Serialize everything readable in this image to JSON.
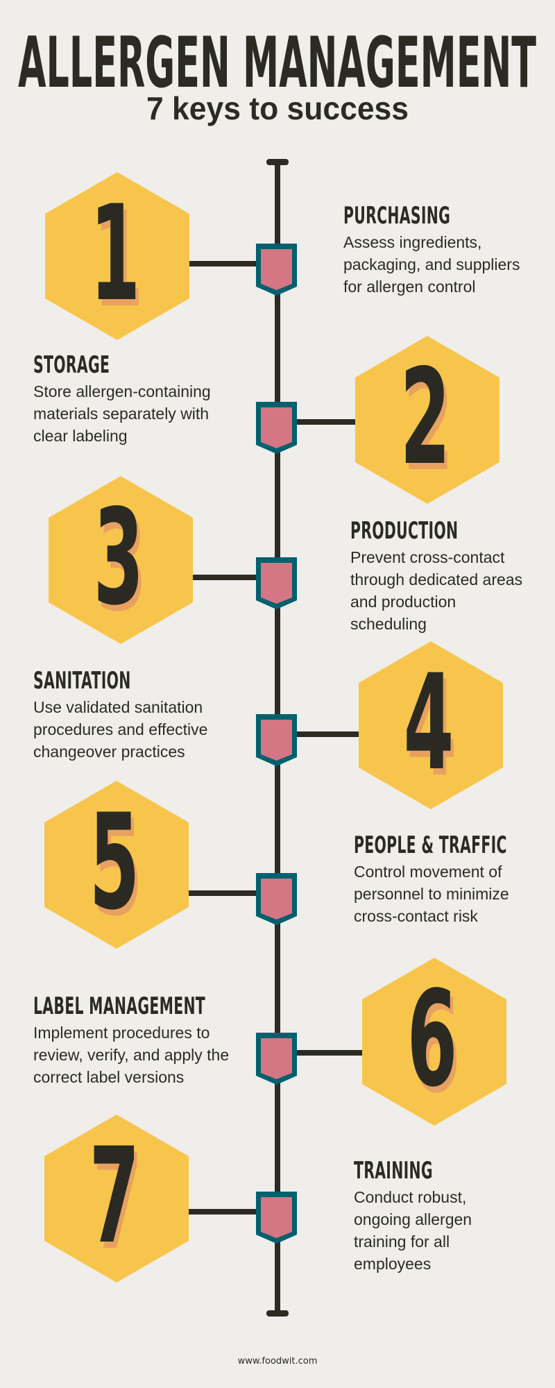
{
  "header": {
    "title": "ALLERGEN MANAGEMENT",
    "subtitle": "7 keys to success"
  },
  "colors": {
    "background": "#efeeea",
    "dark": "#2b2b24",
    "hexagon": "#f8c54c",
    "number_shadow": "#e8a160",
    "marker_fill": "#d47684",
    "marker_border": "#00606e"
  },
  "steps": [
    {
      "number": "1",
      "side": "left-hexagon",
      "heading": "PURCHASING",
      "body": "Assess ingredients,\npackaging, and suppliers\nfor allergen control"
    },
    {
      "number": "2",
      "side": "right-hexagon",
      "heading": "STORAGE",
      "body": "Store allergen-containing\nmaterials separately with\nclear labeling"
    },
    {
      "number": "3",
      "side": "left-hexagon",
      "heading": "PRODUCTION",
      "body": "Prevent cross-contact\nthrough dedicated areas\nand production\nscheduling"
    },
    {
      "number": "4",
      "side": "right-hexagon",
      "heading": "SANITATION",
      "body": "Use validated sanitation\nprocedures and effective\nchangeover practices"
    },
    {
      "number": "5",
      "side": "left-hexagon",
      "heading": "PEOPLE & TRAFFIC",
      "body": "Control movement of\npersonnel to minimize\ncross-contact risk"
    },
    {
      "number": "6",
      "side": "right-hexagon",
      "heading": "LABEL MANAGEMENT",
      "body": "Implement procedures to\nreview, verify, and apply the\ncorrect label versions"
    },
    {
      "number": "7",
      "side": "left-hexagon",
      "heading": "TRAINING",
      "body": "Conduct robust,\nongoing allergen\ntraining for all\nemployees"
    }
  ],
  "footer": {
    "website": "www.foodwit.com"
  }
}
